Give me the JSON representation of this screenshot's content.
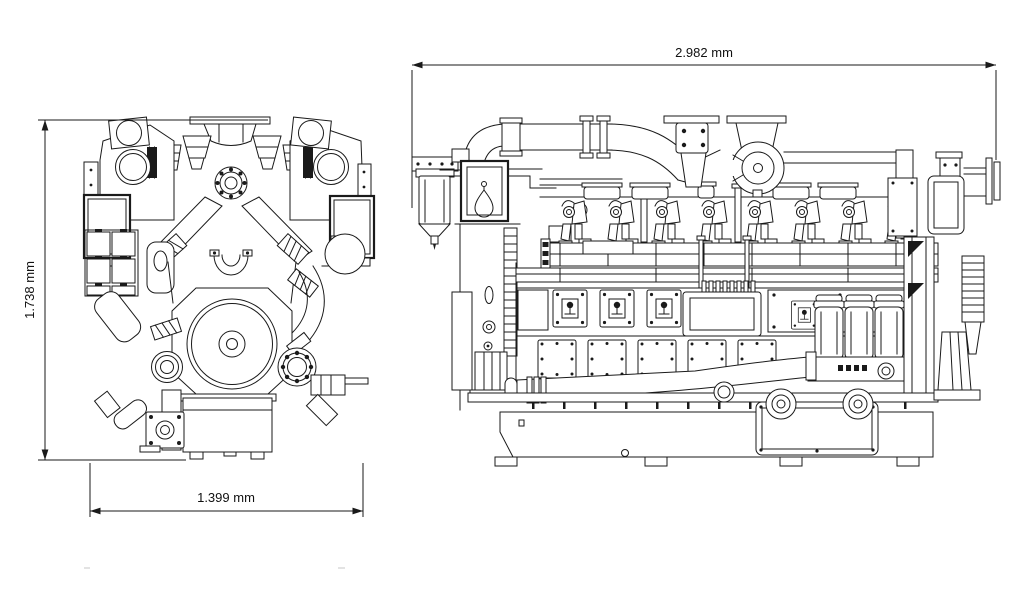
{
  "page": {
    "background_color": "#ffffff"
  },
  "drawing": {
    "line_color": "#1a1a1a",
    "unit": "mm",
    "dimensions": {
      "height": {
        "label": "1.738 mm",
        "orientation": "vertical",
        "view": "front"
      },
      "width": {
        "label": "1.399 mm",
        "orientation": "horizontal",
        "view": "front"
      },
      "length": {
        "label": "2.982 mm",
        "orientation": "horizontal",
        "view": "side"
      }
    }
  }
}
